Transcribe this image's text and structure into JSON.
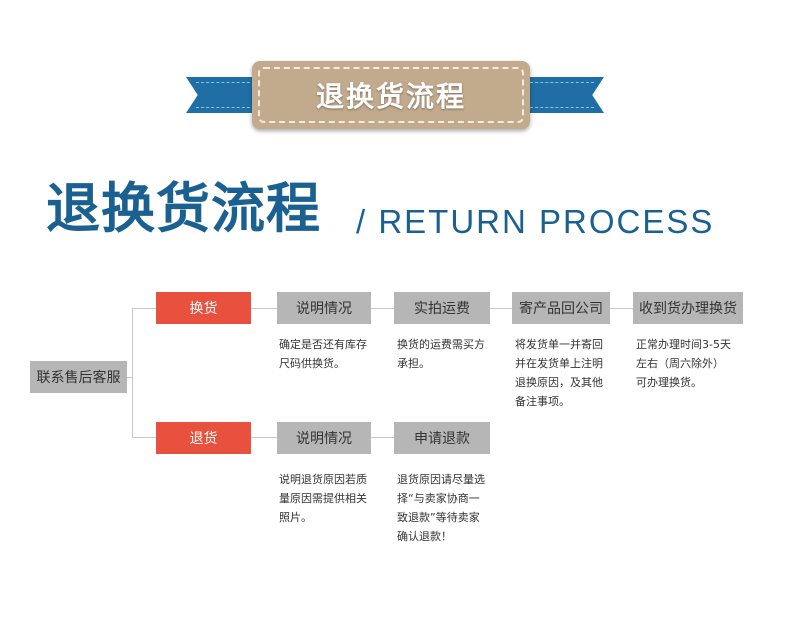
{
  "header": {
    "ribbon_text": "退换货流程"
  },
  "title": {
    "cn": "退换货流程",
    "en": "/ RETURN PROCESS"
  },
  "flow": {
    "start": "联系售后客服",
    "exchange": {
      "label": "换货",
      "steps": [
        "说明情况",
        "实拍运费",
        "寄产品回公司",
        "收到货办理换货"
      ],
      "descriptions": [
        [
          "确定是否还有库存",
          "尺码供换货。"
        ],
        [
          "换货的运费需买方",
          "承担。"
        ],
        [
          "将发货单一并寄回",
          "并在发货单上注明",
          "退换原因，及其他",
          "备注事项。"
        ],
        [
          "正常办理时间3-5天",
          "左右（周六除外）",
          "可办理换货。"
        ]
      ]
    },
    "refund": {
      "label": "退货",
      "steps": [
        "说明情况",
        "申请退款"
      ],
      "descriptions": [
        [
          "说明退货原因若质",
          "量原因需提供相关",
          "照片。"
        ],
        [
          "退货原因请尽量选",
          "择“与卖家协商一",
          "致退款”等待卖家",
          "确认退款！"
        ]
      ]
    }
  }
}
